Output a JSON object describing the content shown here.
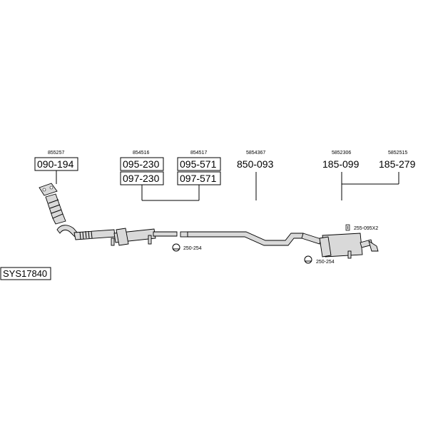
{
  "system_label": "SYS17840",
  "groups": [
    {
      "oem": "855257",
      "codes": [
        "090-194"
      ]
    },
    {
      "oem": "854516",
      "codes": [
        "095-230",
        "097-230"
      ]
    },
    {
      "oem": "854517",
      "codes": [
        "095-571",
        "097-571"
      ]
    },
    {
      "oem": "5854367",
      "codes": [
        "850-093"
      ]
    },
    {
      "oem": "5852306",
      "codes": [
        "185-099"
      ]
    },
    {
      "oem": "5852515",
      "codes": [
        "185-279"
      ]
    }
  ],
  "callouts": {
    "clamp_front": "250-254",
    "clamp_rear": "250-254",
    "bolt_kit": "255-095X2"
  }
}
